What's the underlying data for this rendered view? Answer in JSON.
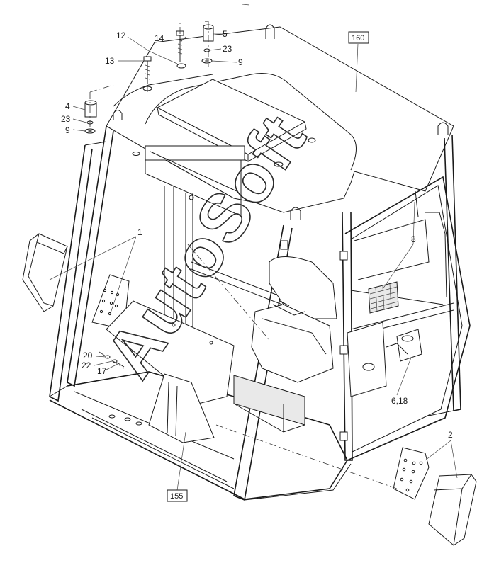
{
  "diagram": {
    "callouts": [
      {
        "id": "c-12",
        "text": "12"
      },
      {
        "id": "c-14",
        "text": "14"
      },
      {
        "id": "c-5",
        "text": "5"
      },
      {
        "id": "c-23a",
        "text": "23"
      },
      {
        "id": "c-9a",
        "text": "9"
      },
      {
        "id": "c-13",
        "text": "13"
      },
      {
        "id": "c-4",
        "text": "4"
      },
      {
        "id": "c-23b",
        "text": "23"
      },
      {
        "id": "c-9b",
        "text": "9"
      },
      {
        "id": "c-1",
        "text": "1"
      },
      {
        "id": "c-8",
        "text": "8"
      },
      {
        "id": "c-20",
        "text": "20"
      },
      {
        "id": "c-22",
        "text": "22"
      },
      {
        "id": "c-17",
        "text": "17"
      },
      {
        "id": "c-618",
        "text": "6,18"
      },
      {
        "id": "c-2",
        "text": "2"
      }
    ],
    "boxed_refs": [
      {
        "id": "b-160",
        "text": "160"
      },
      {
        "id": "b-155",
        "text": "155"
      }
    ],
    "watermark": "AutoSoft"
  }
}
